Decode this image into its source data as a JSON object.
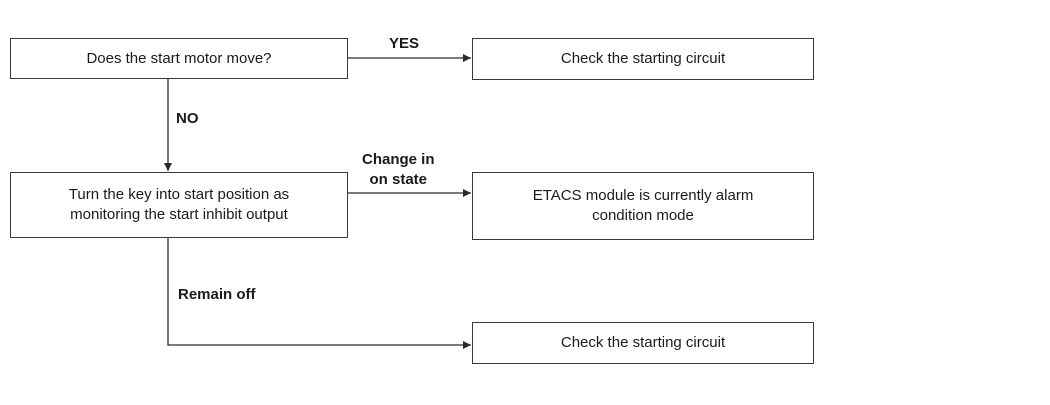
{
  "diagram": {
    "nodes": {
      "q1": "Does the start motor move?",
      "r1": "Check the starting circuit",
      "q2": "Turn the key into start position as\nmonitoring the start inhibit output",
      "r2": "ETACS module is currently alarm\ncondition mode",
      "r3": "Check the starting circuit"
    },
    "edges": {
      "yes": "YES",
      "no": "NO",
      "change": "Change in\non state",
      "remain": "Remain off"
    },
    "colors": {
      "line": "#2a2a2a",
      "border": "#3a3a3a"
    }
  }
}
